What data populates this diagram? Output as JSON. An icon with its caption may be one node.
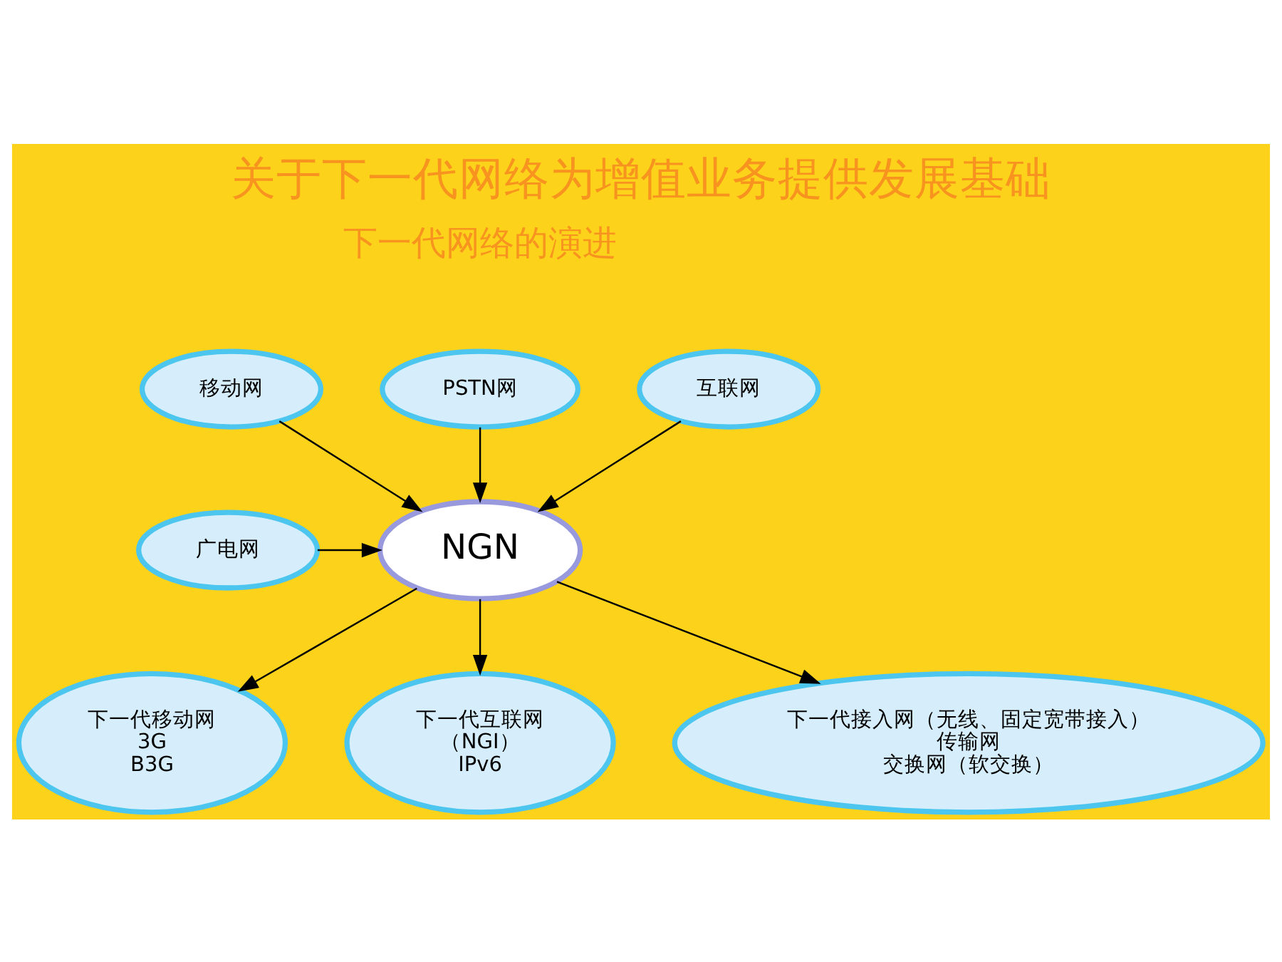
{
  "diagram": {
    "title": "关于下一代网络为增值业务提供发展基础",
    "nodes": [
      {
        "text": [
          "移动网"
        ]
      },
      {
        "text": [
          "PSTN网"
        ]
      },
      {
        "text": [
          "互联网"
        ]
      },
      {
        "text": [
          "NGN"
        ]
      },
      {
        "text": [
          "广电网"
        ]
      },
      {
        "text": [
          "下一代移动网",
          "3G",
          "B3G"
        ]
      },
      {
        "text": [
          "下一代互联网",
          "（NGI）",
          "IPv6"
        ]
      },
      {
        "text": [
          "下一代接入网（无线、固定宽带接入）",
          "传输网",
          "交换网（软交换）"
        ]
      }
    ],
    "edges": [
      {
        "from": 2,
        "to": 3,
        "arrow": "to"
      },
      {
        "from": 0,
        "to": 3,
        "arrow": "to"
      },
      {
        "from": 1,
        "to": 3,
        "arrow": "to"
      },
      {
        "from": 4,
        "to": 3,
        "arrow": "to"
      },
      {
        "from": 3,
        "to": 5,
        "arrow": "to"
      },
      {
        "from": 3,
        "to": 6,
        "arrow": "to"
      },
      {
        "from": 3,
        "to": 7,
        "arrow": "to"
      }
    ],
    "labels": [
      "下一代网络的演进"
    ]
  }
}
